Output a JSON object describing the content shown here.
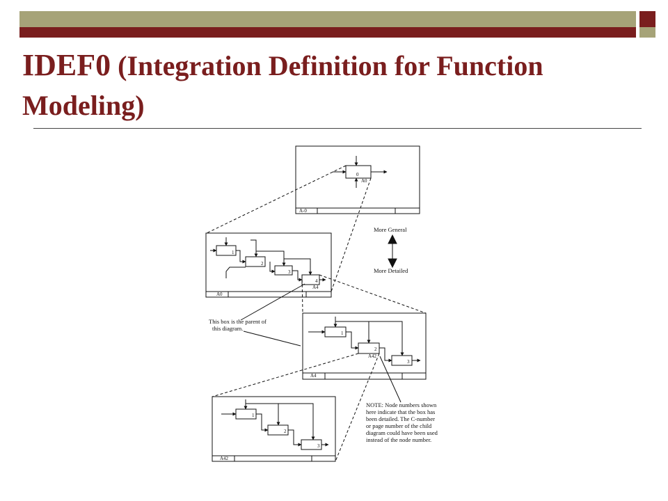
{
  "slide": {
    "title_main": "IDEF0",
    "title_rest": " (Integration Definition for Function Modeling)",
    "colors": {
      "accent": "#7a1e1e",
      "olive": "#a6a378"
    }
  },
  "diagram": {
    "top": {
      "node_label": "A-0",
      "box_num": "0",
      "box_node": "A0"
    },
    "mid": {
      "node_label": "A0",
      "boxes": [
        "1",
        "2",
        "3",
        "4"
      ],
      "box4_node": "A4"
    },
    "child": {
      "node_label": "A4",
      "boxes": [
        "1",
        "2",
        "3"
      ],
      "box2_node": "A42"
    },
    "bottom": {
      "node_label": "A42",
      "boxes": [
        "1",
        "2",
        "3"
      ]
    },
    "legend": {
      "more_general": "More General",
      "more_detailed": "More Detailed"
    },
    "parent_note": [
      "This box is the parent of",
      "this diagram."
    ],
    "node_note": [
      "NOTE:  Node numbers shown",
      "here indicate that the box has",
      "been detailed.  The C-number",
      "or page number of the child",
      "diagram could have been used",
      "instead of the node number."
    ]
  }
}
